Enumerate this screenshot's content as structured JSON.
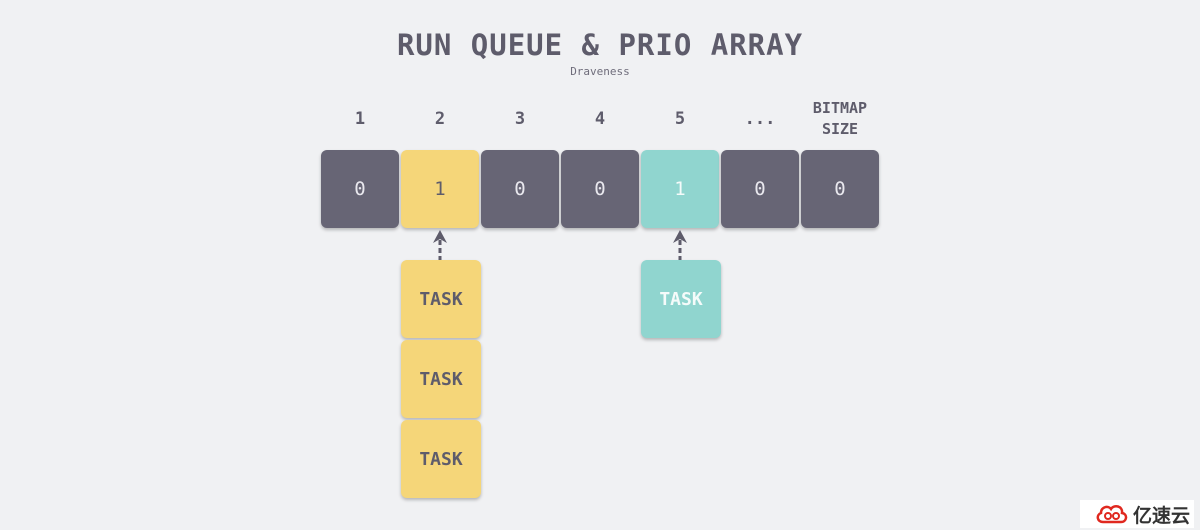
{
  "title": "RUN QUEUE & PRIO ARRAY",
  "author": "Draveness",
  "headers": [
    "1",
    "2",
    "3",
    "4",
    "5",
    "...",
    "BITMAP SIZE"
  ],
  "bitmap": [
    "0",
    "1",
    "0",
    "0",
    "1",
    "0",
    "0"
  ],
  "task_label": "TASK",
  "watermark": "亿速云",
  "colors": {
    "background": "#f0f1f3",
    "dark_cell": "#676575",
    "yellow": "#f5d679",
    "teal": "#90d5cf",
    "text": "#5e5c6b",
    "watermark_red": "#e0281f"
  }
}
